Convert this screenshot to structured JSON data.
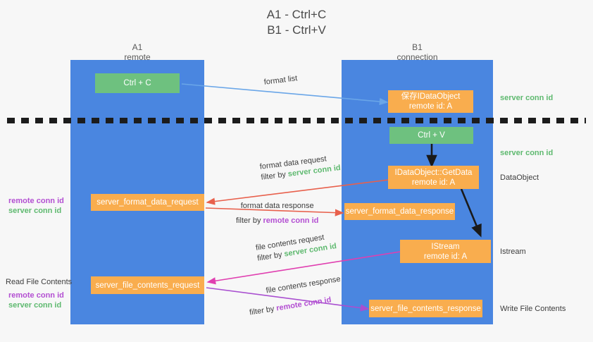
{
  "title": {
    "line1": "A1 - Ctrl+C",
    "line2": "B1 - Ctrl+V"
  },
  "columns": [
    {
      "id": "a1",
      "name": "A1",
      "subtitle": "remote"
    },
    {
      "id": "b1",
      "name": "B1",
      "subtitle": "connection"
    }
  ],
  "nodes": {
    "ctrl_c": {
      "label": "Ctrl + C"
    },
    "idataobject": {
      "line1": "保存IDataObject",
      "line2": "remote id: A"
    },
    "ctrl_v": {
      "label": "Ctrl + V"
    },
    "getdata": {
      "line1": "IDataObject::GetData",
      "line2": "remote id: A"
    },
    "server_format_data_request": {
      "label": "server_format_data_request"
    },
    "server_format_data_response": {
      "label": "server_format_data_response"
    },
    "istream": {
      "line1": "IStream",
      "line2": "remote id: A"
    },
    "server_file_contents_request": {
      "label": "server_file_contents_request"
    },
    "server_file_contents_response": {
      "label": "server_file_contents_response"
    }
  },
  "edges": {
    "format_list": {
      "label": "format list"
    },
    "format_data_request": {
      "line1": "format data request",
      "filter_prefix": "filter by ",
      "filter_key": "server conn id"
    },
    "format_data_response": {
      "line1": "format data response",
      "filter_prefix": "filter by ",
      "filter_key": "remote conn id"
    },
    "file_contents_request": {
      "line1": "file contents request",
      "filter_prefix": "filter by ",
      "filter_key": "server conn id"
    },
    "file_contents_response": {
      "line1": "file contents response",
      "filter_prefix": "filter by ",
      "filter_key": "remote conn id"
    }
  },
  "annotations": {
    "right_server_conn_id_top": "server conn id",
    "right_server_conn_id_mid": "server conn id",
    "right_dataobject": "DataObject",
    "right_istream": "Istream",
    "right_write_file_contents": "Write File Contents",
    "left_remote_conn_id_1": "remote conn id",
    "left_server_conn_id_1": "server conn id",
    "left_read_file_contents": "Read File Contents",
    "left_remote_conn_id_2": "remote conn id",
    "left_server_conn_id_2": "server conn id"
  },
  "colors": {
    "lane": "#4a86e0",
    "green_node": "#6ec17f",
    "orange_node": "#f9ad4e",
    "green_text": "#5eb96f",
    "purple_text": "#b34fd2",
    "light_blue_arrow": "#6aa6e8",
    "red_arrow": "#e8604c",
    "magenta_arrow": "#e03fb0",
    "purple_arrow": "#a94fd0",
    "black_arrow": "#1a1a1a",
    "background": "#f7f7f7"
  }
}
